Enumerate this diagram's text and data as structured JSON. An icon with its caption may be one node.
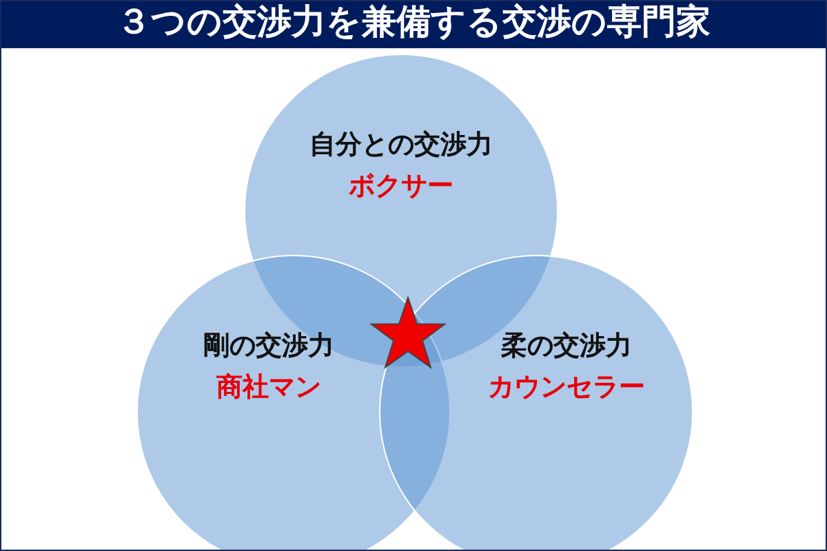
{
  "diagram": {
    "title": "３つの交渉力を兼備する交渉の専門家",
    "nodes": [
      {
        "text": [
          "自分との交渉力",
          "ボクサー"
        ]
      },
      {
        "text": [
          "剛の交渉力",
          "商社マン"
        ]
      },
      {
        "text": [
          "柔の交渉力",
          "カウンセラー"
        ]
      }
    ]
  }
}
